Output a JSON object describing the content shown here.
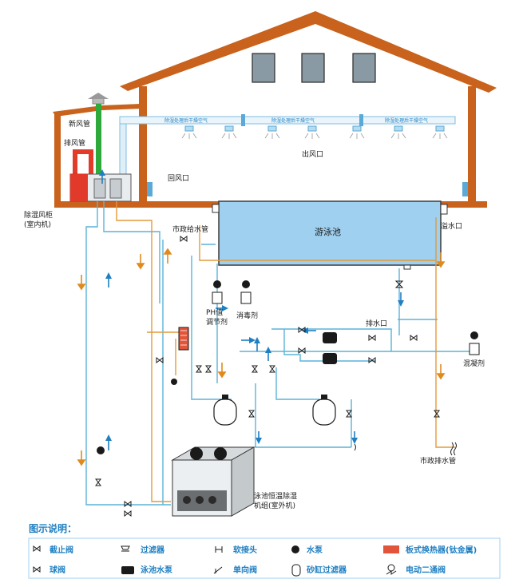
{
  "labels": {
    "fresh_air_pipe": "新风管",
    "exhaust_pipe": "排风管",
    "return_air": "回风口",
    "air_outlet": "出风口",
    "dehum_cabinet": "除湿风柜",
    "dehum_cabinet_sub": "(室内机)",
    "municipal_supply": "市政给水管",
    "pool": "游泳池",
    "overflow": "溢水口",
    "ph_adjust_1": "PH值",
    "ph_adjust_2": "调节剂",
    "disinfectant": "消毒剂",
    "drain_outlet": "排水口",
    "coagulant": "混凝剂",
    "municipal_drain": "市政排水管",
    "outdoor_unit_1": "泳池恒温除湿",
    "outdoor_unit_2": "机组(室外机)",
    "duct_text_1": "除湿处理后干燥空气",
    "duct_text_2": "除湿处理后干燥空气",
    "duct_text_3": "除湿处理后干燥空气"
  },
  "legend": {
    "title": "图示说明：",
    "items": [
      {
        "label": "截止阀",
        "icon": "gate-valve-icon"
      },
      {
        "label": "过滤器",
        "icon": "filter-icon"
      },
      {
        "label": "软接头",
        "icon": "flexible-joint-icon"
      },
      {
        "label": "水泵",
        "icon": "water-pump-icon"
      },
      {
        "label": "板式换热器(钛金属)",
        "icon": "plate-heat-exchanger-icon"
      },
      {
        "label": "球阀",
        "icon": "ball-valve-icon"
      },
      {
        "label": "泳池水泵",
        "icon": "pool-pump-icon"
      },
      {
        "label": "单向阀",
        "icon": "check-valve-icon"
      },
      {
        "label": "砂缸过滤器",
        "icon": "sand-filter-icon"
      },
      {
        "label": "电动二通阀",
        "icon": "motorized-valve-icon"
      }
    ]
  },
  "colors": {
    "wall": "#c8621c",
    "roof": "#c8621c",
    "water_pipe": "#5ab4d8",
    "hot_pipe": "#e39a3a",
    "pool": "#9fd0ef",
    "arrow_blue": "#1e7fc2",
    "arrow_orange": "#e08a1e",
    "fresh_air": "#2eaa3c",
    "exhaust": "#e33b2a"
  }
}
